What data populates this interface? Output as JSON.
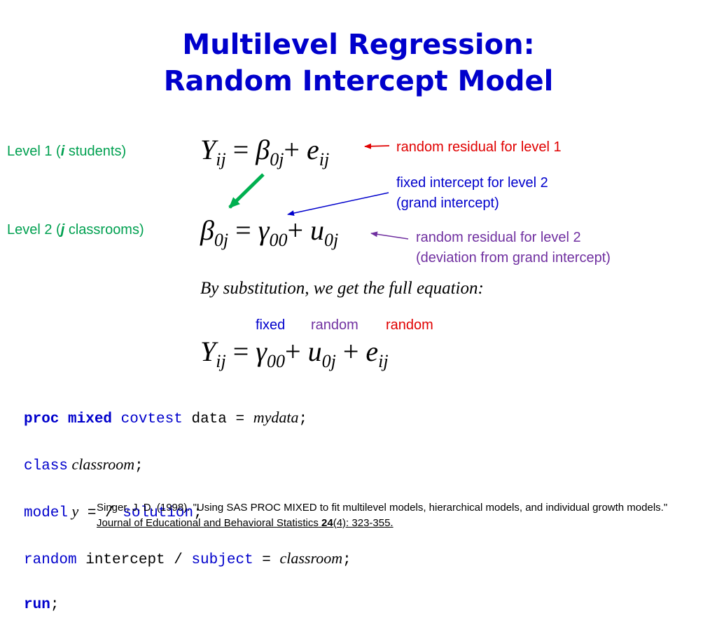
{
  "title": {
    "line1": "Multilevel Regression:",
    "line2": "Random Intercept Model"
  },
  "level1_label": {
    "prefix": "Level 1 (",
    "index": "i",
    "suffix": " students)"
  },
  "level2_label": {
    "prefix": "Level 2 (",
    "index": "j",
    "suffix": " classrooms)"
  },
  "equation1": {
    "lhs": "Y",
    "lhs_sub": "ij",
    "eq": " = ",
    "t1": "β",
    "t1_sub": "0j",
    "plus": "+ ",
    "t2": "e",
    "t2_sub": "ij"
  },
  "equation2": {
    "lhs": "β",
    "lhs_sub": "0j",
    "eq": " = ",
    "t1": "γ",
    "t1_sub": "00",
    "plus": "+ ",
    "t2": "u",
    "t2_sub": "0j"
  },
  "annotations": {
    "residual_level1": "random residual for level 1",
    "fixed_intercept_line1": "fixed intercept for level 2",
    "fixed_intercept_line2": "(grand intercept)",
    "residual_level2_line1": "random residual for level 2",
    "residual_level2_line2": "(deviation from grand intercept)"
  },
  "substitution_text": "By substitution, we get the full equation:",
  "term_labels": {
    "fixed": "fixed",
    "random1": "random",
    "random2": "random"
  },
  "equation3": {
    "lhs": "Y",
    "lhs_sub": "ij",
    "eq": " = ",
    "t1": "γ",
    "t1_sub": "00",
    "plus1": "+ ",
    "t2": "u",
    "t2_sub": "0j",
    "plus2": " + ",
    "t3": "e",
    "t3_sub": "ij"
  },
  "code": {
    "l1_kw": "proc mixed",
    "l1_opt": " covtest",
    "l1_txt": " data = ",
    "l1_it": "mydata",
    "l1_end": ";",
    "l2_opt": "class",
    "l2_it": " classroom",
    "l2_end": ";",
    "l3_opt": "model",
    "l3_it": " y",
    "l3_txt": " = / ",
    "l3_opt2": "solution",
    "l3_end": ";",
    "l4_opt": "random",
    "l4_txt": " intercept / ",
    "l4_opt2": "subject",
    "l4_txt2": " = ",
    "l4_it": "classroom",
    "l4_end": ";",
    "l5_kw": "run",
    "l5_end": ";"
  },
  "citation": {
    "text": "Singer, J. D. (1998). \"Using SAS PROC MIXED to fit multilevel models, hierarchical models, and individual growth models.\" ",
    "journal": "Journal of Educational and Behavioral Statistics ",
    "volume": "24",
    "pages": "(4): 323-355."
  },
  "colors": {
    "title": "#0000cc",
    "level_labels": "#00a050",
    "red": "#e00000",
    "blue": "#0000cc",
    "purple": "#7030a0",
    "green_arrow": "#00b050"
  }
}
